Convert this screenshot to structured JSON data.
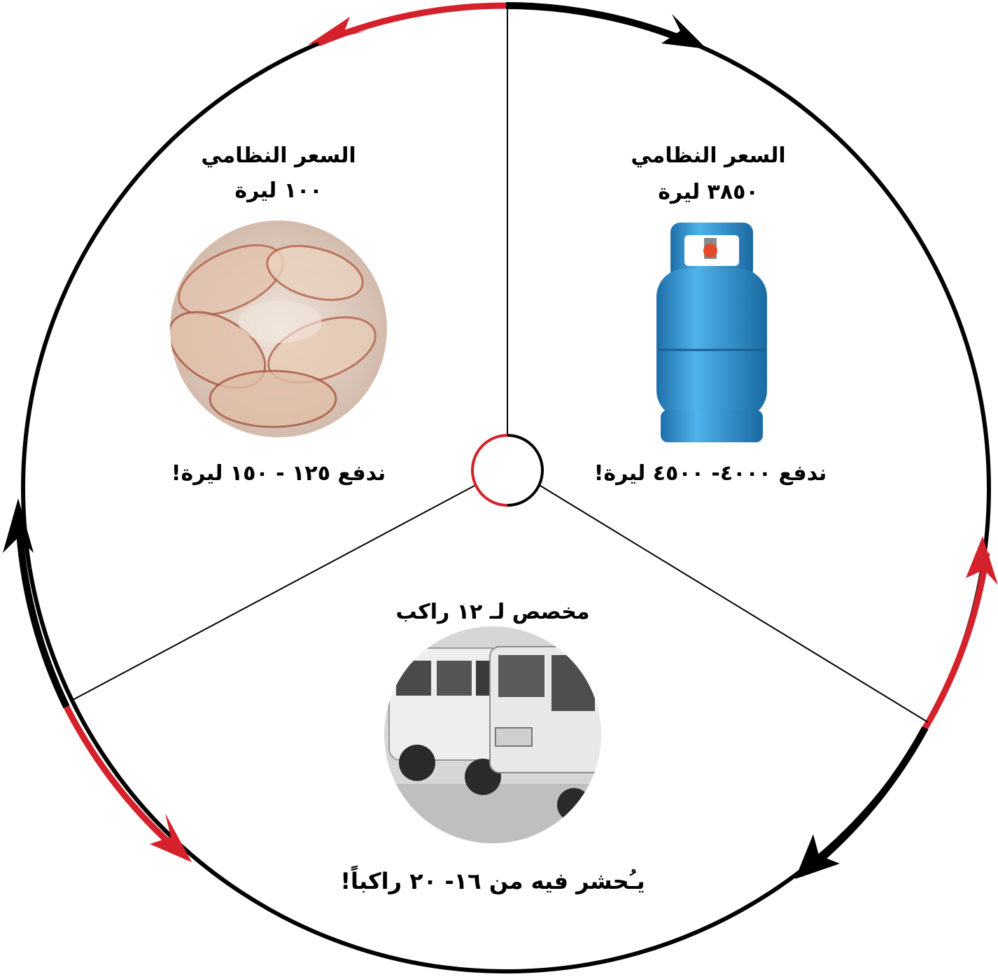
{
  "colors": {
    "ring": "#000000",
    "accent_red": "#d4212b",
    "gas_blue": "#2e93d1",
    "bread_tan": "#d9b49a",
    "van_white": "#e6e6e6"
  },
  "segments": {
    "bread": {
      "title": "السعر النظامي",
      "official_price": "١٠٠ ليرة",
      "paid_price": "ندفع ١٢٥ - ١٥٠ ليرة!",
      "image": "bread-photo"
    },
    "gas": {
      "title": "السعر النظامي",
      "official_price": "٣٨٥٠ ليرة",
      "paid_price": "ندفع ٤٠٠٠- ٤٥٠٠ ليرة!",
      "image": "gas-cylinder-photo"
    },
    "van": {
      "title": "مخصص لـ ١٢ راكب",
      "paid_price": "يـُحشر فيه من ١٦- ٢٠ راكباً!",
      "image": "minivan-photo"
    }
  }
}
